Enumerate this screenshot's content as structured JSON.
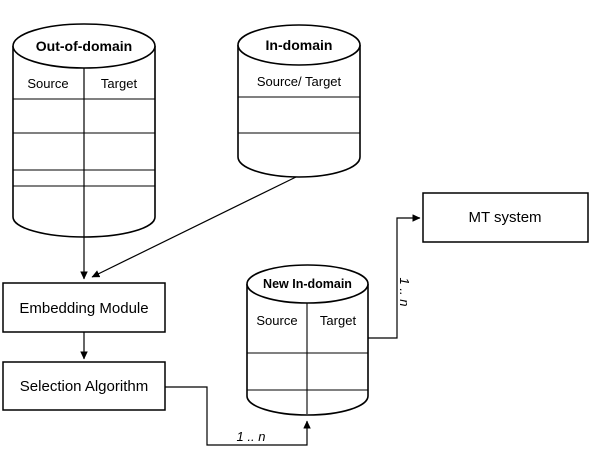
{
  "colors": {
    "line": "#000000",
    "text": "#000000",
    "background": "#ffffff"
  },
  "out_of_domain": {
    "title": "Out-of-domain",
    "columns": [
      "Source",
      "Target"
    ]
  },
  "in_domain": {
    "title": "In-domain",
    "columns_label": "Source/ Target"
  },
  "new_in_domain": {
    "title": "New In-domain",
    "columns": [
      "Source",
      "Target"
    ]
  },
  "boxes": {
    "embedding_module": "Embedding Module",
    "selection_algorithm": "Selection Algorithm",
    "mt_system": "MT system"
  },
  "edge_labels": {
    "selection_to_new_in_domain": "1 .. n",
    "new_in_domain_to_mt": "1 .. n"
  }
}
